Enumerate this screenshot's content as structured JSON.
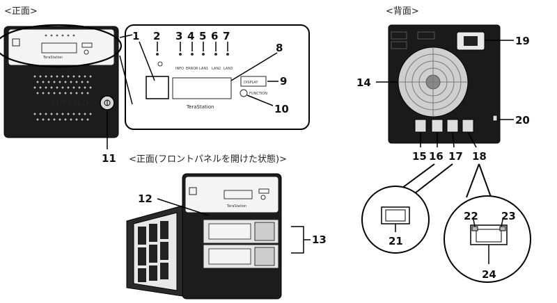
{
  "headings": {
    "front": "<正面>",
    "back": "<背面>",
    "front_open": "<正面(フロントパネルを開けた状態)>"
  },
  "led_labels": [
    "INFO",
    "ERROR",
    "LAN1",
    "LAN2",
    "LAN3"
  ],
  "display_label": "DISPLAY",
  "function_label": "FUNCTION",
  "brand": "TeraStation",
  "logo": "BUFFALO",
  "callouts": [
    "1",
    "2",
    "3",
    "4",
    "5",
    "6",
    "7",
    "8",
    "9",
    "10",
    "11",
    "12",
    "13",
    "14",
    "15",
    "16",
    "17",
    "18",
    "19",
    "20",
    "21",
    "22",
    "23",
    "24"
  ]
}
